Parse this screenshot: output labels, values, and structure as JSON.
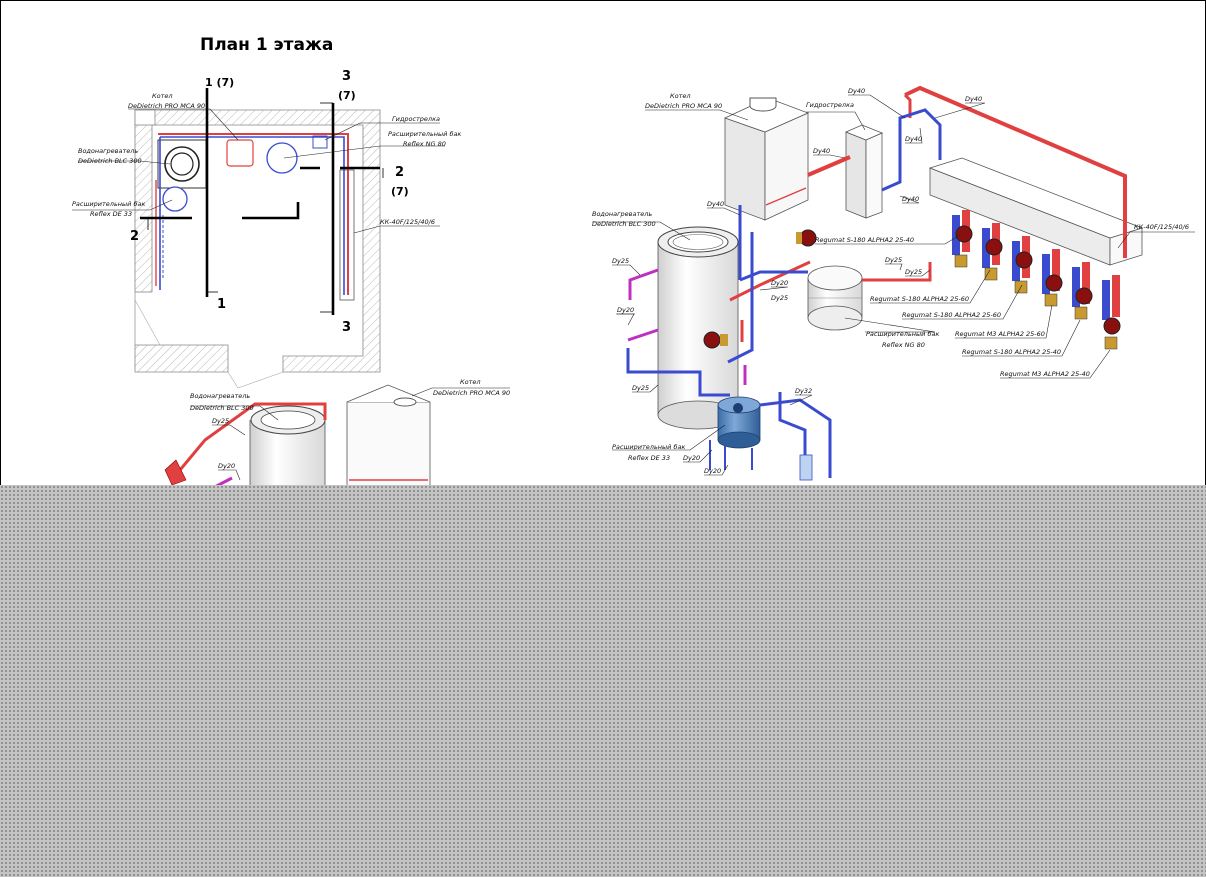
{
  "plan": {
    "title": "План 1 этажа",
    "sections": {
      "s1_top": "1 (7)",
      "s1_bottom": "1",
      "s2_left": "2",
      "s2_right": "2",
      "s2_right_sub": "(7)",
      "s3_top": "3",
      "s3_top_sub": "(7)",
      "s3_bottom": "3"
    },
    "labels": {
      "boiler_1": "Котел",
      "boiler_2": "DeDietrich PRO MCA 90",
      "heater_1": "Водонагреватель",
      "heater_2": "DeDietrich BLC 300",
      "tank_de_1": "Расширительный бак",
      "tank_de_2": "Reflex DE 33",
      "hydro": "Гидрострелка",
      "tank_ng_1": "Расширительный бак",
      "tank_ng_2": "Reflex NG 80",
      "manifold": "КК-40F/125/40/6"
    }
  },
  "iso_right": {
    "labels": {
      "boiler_1": "Котел",
      "boiler_2": "DeDietrich PRO MCA 90",
      "hydro": "Гидрострелка",
      "heater_1": "Водонагреватель",
      "heater_2": "DeDietrich BLC 300",
      "manifold": "КК-40F/125/40/6",
      "tank_ng_1": "Расширительный бак",
      "tank_ng_2": "Reflex NG 80",
      "tank_de_1": "Расширительный бак",
      "tank_de_2": "Reflex DE 33"
    },
    "dn": {
      "dy40_a": "Dy40",
      "dy40_b": "Dy40",
      "dy40_c": "Dy40",
      "dy40_d": "Dy40",
      "dy40_e": "Dy40",
      "dy40_f": "Dy40",
      "dy25_a": "Dy25",
      "dy25_b": "Dy25",
      "dy25_c": "Dy25",
      "dy25_d": "Dy25",
      "dy25_e": "Dy25",
      "dy20_a": "Dy20",
      "dy20_b": "Dy20",
      "dy20_c": "Dy20",
      "dy20_d": "Dy20",
      "dy32": "Dy32"
    },
    "pumps": [
      "Regumat S-180 ALPHA2 25-40",
      "Regumat S-180 ALPHA2 25-60",
      "Regumat S-180 ALPHA2 25-60",
      "Regumat M3 ALPHA2 25-60",
      "Regumat S-180 ALPHA2 25-40",
      "Regumat M3 ALPHA2 25-40"
    ]
  },
  "iso_left": {
    "heater_1": "Водонагреватель",
    "heater_2": "DeDietrich BLC 300",
    "boiler_1": "Котел",
    "boiler_2": "DeDietrich PRO MCA 90",
    "dy25": "Dy25",
    "dy20": "Dy20"
  },
  "colors": {
    "supply": "#e04040",
    "return": "#3a4bd0",
    "dhw": "#c030c0",
    "pump": "#8a1010",
    "mask": "#c4c4c4"
  }
}
